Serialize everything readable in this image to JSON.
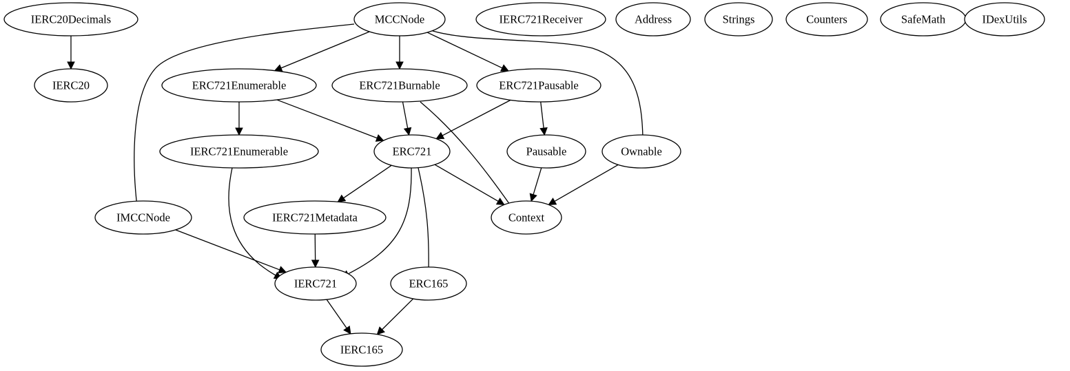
{
  "diagram": {
    "type": "inheritance-graph",
    "colors": {
      "stroke": "#000000",
      "fill": "#ffffff",
      "background": "#ffffff"
    },
    "nodes": [
      {
        "id": "IERC20Decimals",
        "label": "IERC20Decimals"
      },
      {
        "id": "IERC20",
        "label": "IERC20"
      },
      {
        "id": "MCCNode",
        "label": "MCCNode"
      },
      {
        "id": "IERC721Receiver",
        "label": "IERC721Receiver"
      },
      {
        "id": "Address",
        "label": "Address"
      },
      {
        "id": "Strings",
        "label": "Strings"
      },
      {
        "id": "Counters",
        "label": "Counters"
      },
      {
        "id": "SafeMath",
        "label": "SafeMath"
      },
      {
        "id": "IDexUtils",
        "label": "IDexUtils"
      },
      {
        "id": "ERC721Enumerable",
        "label": "ERC721Enumerable"
      },
      {
        "id": "ERC721Burnable",
        "label": "ERC721Burnable"
      },
      {
        "id": "ERC721Pausable",
        "label": "ERC721Pausable"
      },
      {
        "id": "IERC721Enumerable",
        "label": "IERC721Enumerable"
      },
      {
        "id": "ERC721",
        "label": "ERC721"
      },
      {
        "id": "Pausable",
        "label": "Pausable"
      },
      {
        "id": "Ownable",
        "label": "Ownable"
      },
      {
        "id": "IMCCNode",
        "label": "IMCCNode"
      },
      {
        "id": "IERC721Metadata",
        "label": "IERC721Metadata"
      },
      {
        "id": "Context",
        "label": "Context"
      },
      {
        "id": "IERC721",
        "label": "IERC721"
      },
      {
        "id": "ERC165",
        "label": "ERC165"
      },
      {
        "id": "IERC165",
        "label": "IERC165"
      }
    ],
    "edges": [
      {
        "from": "IERC20Decimals",
        "to": "IERC20"
      },
      {
        "from": "MCCNode",
        "to": "IMCCNode"
      },
      {
        "from": "MCCNode",
        "to": "ERC721Enumerable"
      },
      {
        "from": "MCCNode",
        "to": "ERC721Burnable"
      },
      {
        "from": "MCCNode",
        "to": "ERC721Pausable"
      },
      {
        "from": "MCCNode",
        "to": "Ownable"
      },
      {
        "from": "ERC721Enumerable",
        "to": "IERC721Enumerable"
      },
      {
        "from": "ERC721Enumerable",
        "to": "ERC721"
      },
      {
        "from": "ERC721Burnable",
        "to": "ERC721"
      },
      {
        "from": "ERC721Burnable",
        "to": "Context"
      },
      {
        "from": "ERC721Pausable",
        "to": "ERC721"
      },
      {
        "from": "ERC721Pausable",
        "to": "Pausable"
      },
      {
        "from": "IERC721Enumerable",
        "to": "IERC721"
      },
      {
        "from": "ERC721",
        "to": "IERC721Metadata"
      },
      {
        "from": "ERC721",
        "to": "IERC721"
      },
      {
        "from": "ERC721",
        "to": "ERC165"
      },
      {
        "from": "ERC721",
        "to": "Context"
      },
      {
        "from": "Pausable",
        "to": "Context"
      },
      {
        "from": "Ownable",
        "to": "Context"
      },
      {
        "from": "IMCCNode",
        "to": "IERC721"
      },
      {
        "from": "IERC721Metadata",
        "to": "IERC721"
      },
      {
        "from": "IERC721",
        "to": "IERC165"
      },
      {
        "from": "ERC165",
        "to": "IERC165"
      }
    ]
  }
}
